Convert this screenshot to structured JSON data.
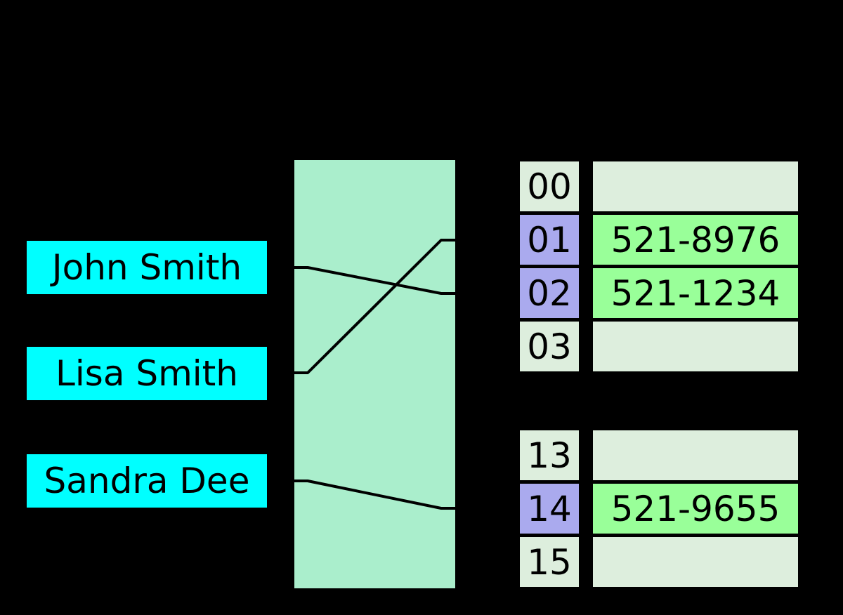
{
  "keys": [
    {
      "label": "John Smith"
    },
    {
      "label": "Lisa Smith"
    },
    {
      "label": "Sandra Dee"
    }
  ],
  "buckets_top": [
    {
      "index": "00",
      "value": ""
    },
    {
      "index": "01",
      "value": "521-8976"
    },
    {
      "index": "02",
      "value": "521-1234"
    },
    {
      "index": "03",
      "value": ""
    }
  ],
  "buckets_bottom": [
    {
      "index": "13",
      "value": ""
    },
    {
      "index": "14",
      "value": "521-9655"
    },
    {
      "index": "15",
      "value": ""
    }
  ],
  "mappings": [
    {
      "from": "John Smith",
      "to_bucket": "02"
    },
    {
      "from": "Lisa Smith",
      "to_bucket": "01"
    },
    {
      "from": "Sandra Dee",
      "to_bucket": "14"
    }
  ],
  "colors": {
    "background": "#000000",
    "key_box": "#00ffff",
    "hash_function_box": "#aaeecc",
    "empty_cell": "#ddeedd",
    "highlight_index_cell": "#aaaaee",
    "filled_value_cell": "#99ff99",
    "line": "#000000",
    "text": "#000000"
  }
}
